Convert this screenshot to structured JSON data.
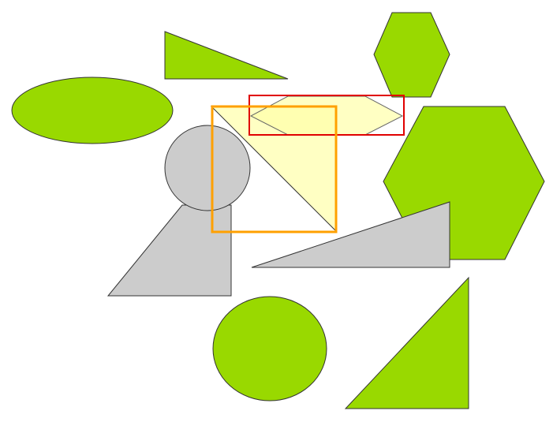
{
  "colors": {
    "background": "#ffffff",
    "green_fill": "#99d900",
    "gray_fill": "#cccccc",
    "yellow_fill": "#ffffaa",
    "outline": "#333333",
    "red_box": "#e00000",
    "orange_box": "#ffa000"
  },
  "shapes": [
    {
      "name": "green-triangle-top",
      "kind": "triangle",
      "fill": "green_fill"
    },
    {
      "name": "green-ellipse-left",
      "kind": "ellipse",
      "fill": "green_fill"
    },
    {
      "name": "green-hexagon-small",
      "kind": "hexagon",
      "fill": "green_fill"
    },
    {
      "name": "green-hexagon-large",
      "kind": "hexagon",
      "fill": "green_fill"
    },
    {
      "name": "gray-trapezoid",
      "kind": "trapezoid",
      "fill": "gray_fill"
    },
    {
      "name": "gray-circle",
      "kind": "circle",
      "fill": "gray_fill"
    },
    {
      "name": "gray-triangle",
      "kind": "triangle",
      "fill": "gray_fill"
    },
    {
      "name": "green-circle-bottom",
      "kind": "circle",
      "fill": "green_fill"
    },
    {
      "name": "green-triangle-bottom",
      "kind": "triangle",
      "fill": "green_fill"
    },
    {
      "name": "yellow-triangle",
      "kind": "triangle",
      "fill": "yellow_fill"
    },
    {
      "name": "yellow-hexagon",
      "kind": "hexagon",
      "fill": "yellow_fill"
    }
  ],
  "highlight_boxes": [
    {
      "name": "red-highlight-box",
      "color": "red_box"
    },
    {
      "name": "orange-highlight-box",
      "color": "orange_box"
    }
  ]
}
